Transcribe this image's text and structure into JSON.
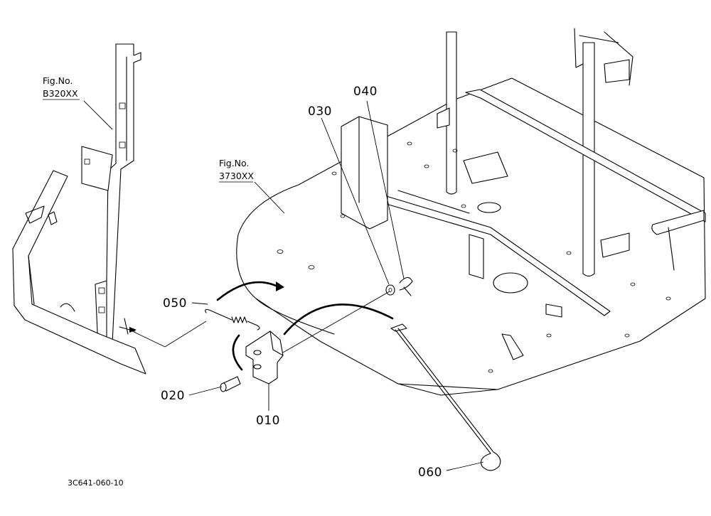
{
  "figure_refs": [
    {
      "line1": "Fig.No.",
      "line2": "B320XX"
    },
    {
      "line1": "Fig.No.",
      "line2": "3730XX"
    }
  ],
  "parts": {
    "p010": "010",
    "p020": "020",
    "p030": "030",
    "p040": "040",
    "p050": "050",
    "p060": "060"
  },
  "drawing_code": "3C641-060-10"
}
